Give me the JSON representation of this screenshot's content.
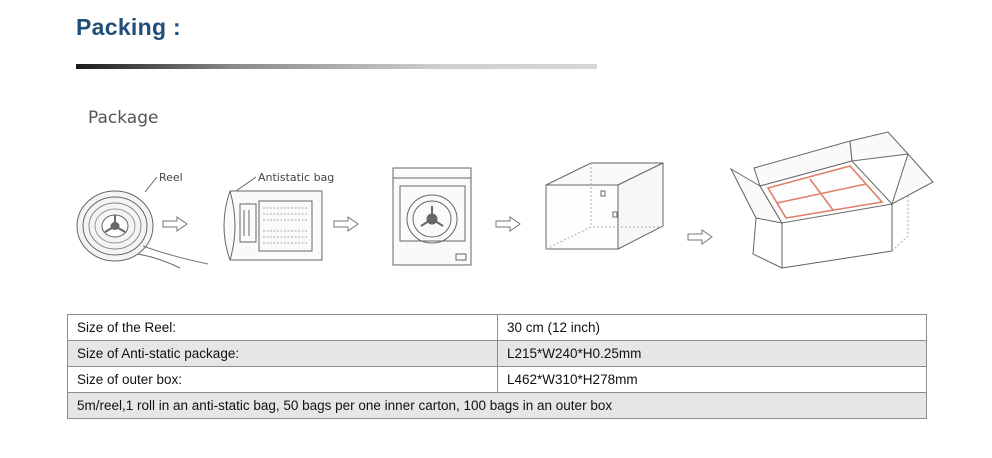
{
  "header": {
    "title": "Packing :"
  },
  "illustration": {
    "heading": "Package",
    "reel_label": "Reel",
    "bag_label": "Antistatic bag"
  },
  "spec_table": {
    "rows": [
      {
        "label": "Size of the Reel:",
        "value": "30 cm (12 inch)"
      },
      {
        "label": "Size of Anti-static package:",
        "value": "L215*W240*H0.25mm"
      },
      {
        "label": "Size of outer box:",
        "value": "L462*W310*H278mm"
      }
    ],
    "note": "5m/reel,1 roll in an anti-static bag, 50 bags per one inner carton, 100 bags in an outer box"
  },
  "colors": {
    "title": "#1f4e79",
    "row_shade": "#e6e6e6",
    "carton_accent": "#e0806a"
  }
}
